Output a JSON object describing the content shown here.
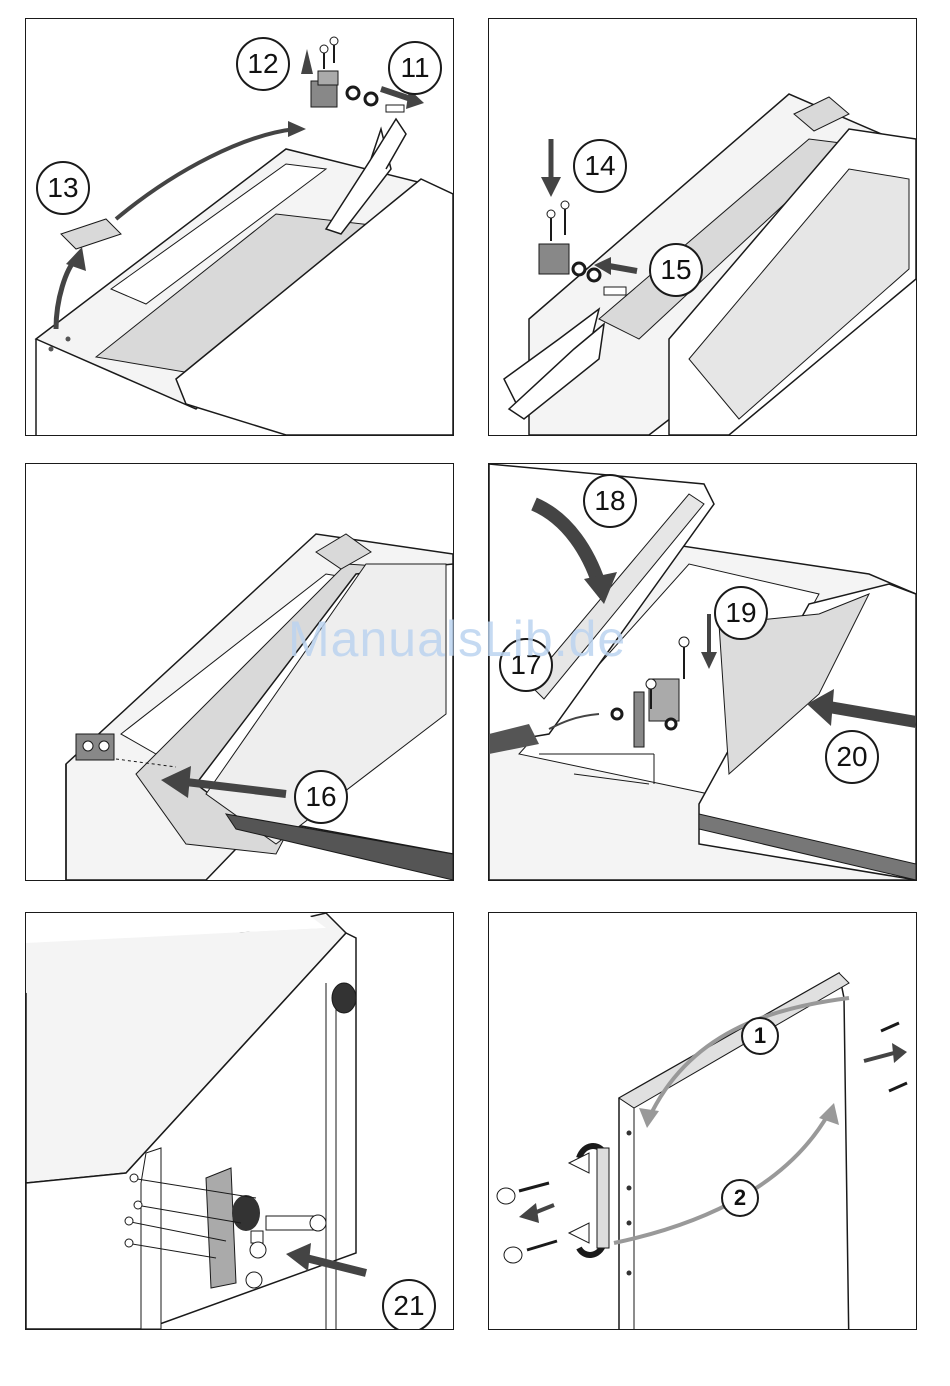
{
  "panels": [
    {
      "steps": [
        "12",
        "11",
        "13"
      ]
    },
    {
      "steps": [
        "14",
        "15"
      ]
    },
    {
      "steps": [
        "16"
      ]
    },
    {
      "steps": [
        "18",
        "19",
        "17",
        "20"
      ]
    },
    {
      "steps": [
        "21"
      ]
    },
    {
      "steps": [
        "1",
        "2"
      ]
    }
  ],
  "watermark": "ManualsLib.de",
  "colors": {
    "line": "#1a1a1a",
    "fill_grey": "#d9d9d9",
    "fill_dark": "#777777",
    "arrow": "#444444",
    "watermark": "#bcd4f0"
  }
}
